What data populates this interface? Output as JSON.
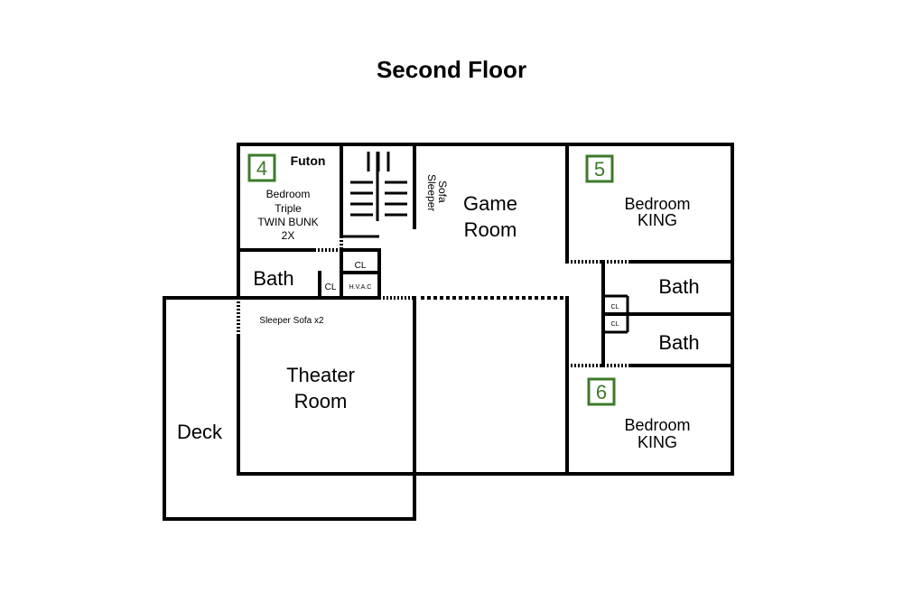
{
  "title": "Second Floor",
  "rooms": {
    "futon": "Futon",
    "bedroom4": {
      "number": "4",
      "line1": "Bedroom",
      "line2": "Triple",
      "line3": "TWIN BUNK",
      "line4": "2X"
    },
    "sleeper_vertical": {
      "line1": "Sleeper",
      "line2": "Sofa"
    },
    "game_room": {
      "line1": "Game",
      "line2": "Room"
    },
    "bedroom5": {
      "number": "5",
      "line1": "Bedroom",
      "line2": "KING"
    },
    "bath_left": "Bath",
    "cl_upper": "CL",
    "cl_lower": "CL",
    "hvac": "H.V.A.C",
    "bath_right_upper": "Bath",
    "bath_right_lower": "Bath",
    "cl_right_upper": "CL",
    "cl_right_lower": "CL",
    "sleeper_theater": "Sleeper Sofa x2",
    "theater_room": {
      "line1": "Theater",
      "line2": "Room"
    },
    "deck": "Deck",
    "bedroom6": {
      "number": "6",
      "line1": "Bedroom",
      "line2": "KING"
    }
  },
  "colors": {
    "badge": "#3c7a2a",
    "walls": "#000000",
    "background": "#ffffff"
  }
}
